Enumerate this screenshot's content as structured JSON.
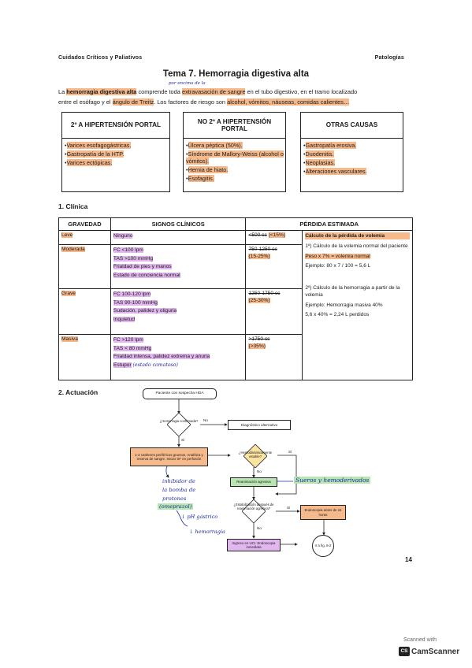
{
  "header": {
    "left": "Cuidados Críticos y Paliativos",
    "right": "Patologías"
  },
  "title": "Tema 7. Hemorragia digestiva alta",
  "intro": {
    "l1_a": "La ",
    "l1_b": "hemorragia digestiva alta",
    "l1_c": " comprende toda ",
    "l1_d": "extravasación de sangre",
    "l1_e": " en el tubo digestivo, en el tramo localizado",
    "l2_a": "entre el esófago y el ",
    "l2_b": "ángulo de Treitz",
    "l2_c": ". Los factores de riesgo son ",
    "l2_d": "alcohol, vómitos, náuseas, comidas calientes…",
    "handwritten_note": "por encima de la"
  },
  "boxes": [
    {
      "title": "2º a hipertensión portal",
      "items": [
        "Varices esofagogástricas.",
        "Gastropatía de la HTP.",
        "Varices ectópicas."
      ]
    },
    {
      "title": "No 2º a hipertensión portal",
      "items": [
        "Úlcera péptica (50%).",
        "Síndrome de Mallory-Weiss (alcohol o vómitos).",
        "Hernia de hiato.",
        "Esofagitis."
      ]
    },
    {
      "title": "Otras causas",
      "items": [
        "Gastropatía erosiva.",
        "Duodenitis.",
        "Neoplasias.",
        "Alteraciones vasculares."
      ]
    }
  ],
  "section1": "1.  Clínica",
  "table": {
    "headers": [
      "Gravedad",
      "Signos clínicos",
      "Pérdida estimada"
    ],
    "rows": [
      {
        "grav": "Leve",
        "signos": [
          "Ninguno"
        ],
        "perdida": "<500 cc",
        "pct": "(<15%)"
      },
      {
        "grav": "Moderada",
        "signos": [
          "FC <100 lpm",
          "TAS >100 mmHg",
          "Frialdad de pies y manos",
          "Estado de conciencia normal"
        ],
        "perdida": "750-1250 cc",
        "pct": "(15-25%)"
      },
      {
        "grav": "Grave",
        "signos": [
          "FC 100-120 lpm",
          "TAS 90-100 mmHg",
          "Sudación, palidez y oliguria",
          "Inquietud"
        ],
        "perdida": "1250-1750 cc",
        "pct": "(25-30%)"
      },
      {
        "grav": "Masiva",
        "signos": [
          "FC >120 lpm",
          "TAS < 80 mmHg",
          "Frialdad intensa, palidez extrema y anuria",
          "Estupor"
        ],
        "perdida": ">1750 cc",
        "pct": "(>35%)"
      }
    ],
    "stupor_note": "(estado comatoso)",
    "calc": {
      "title": "Cálculo de la pérdida de volemia",
      "p1": "1º) Cálculo de la volemia normal del paciente",
      "p2": "Peso x 7% = volemia normal",
      "p3": "Ejemplo: 80 x 7 / 100 = 5,6 L",
      "p4": "2º) Cálculo de la hemorragia a partir de la volemia",
      "p5": "Ejemplo: Hemorragia masiva 40%",
      "p6": "5,6 x 40% = 2,24 L perdidos"
    }
  },
  "section2": "2.  Actuación",
  "flow": {
    "start": "Paciente con sospecha HDA",
    "q1": "¿Hemorragia confirmada?",
    "no": "No",
    "si": "Sí",
    "alt": "Diagnóstico alternativo",
    "step1": "1-2 catéteres periféricos gruesos. Analítica y reserva de sangre. Iniciar SF en perfusión",
    "q2": "¿Hemodinámicamente estable?",
    "reani": "Reanimación agresiva",
    "q3": "¿Estabilización después de reanimación agresiva?",
    "endo": "Endoscopia antes de 24 horas",
    "uci": "Ingreso en UCI. Endoscopia inmediata",
    "circle": "Ir a fig. 8-2",
    "note_sueros": "Sueros y hemoderivados",
    "note_ibp": [
      "inhibidor de",
      "la bomba de",
      "protones"
    ],
    "note_omep": "(omeprazol)",
    "note_ph": "↓ pH gástrico",
    "note_hem": "↓ hemorragia"
  },
  "page_number": "14",
  "footer": {
    "scanned": "Scanned with",
    "brand": "CamScanner"
  }
}
